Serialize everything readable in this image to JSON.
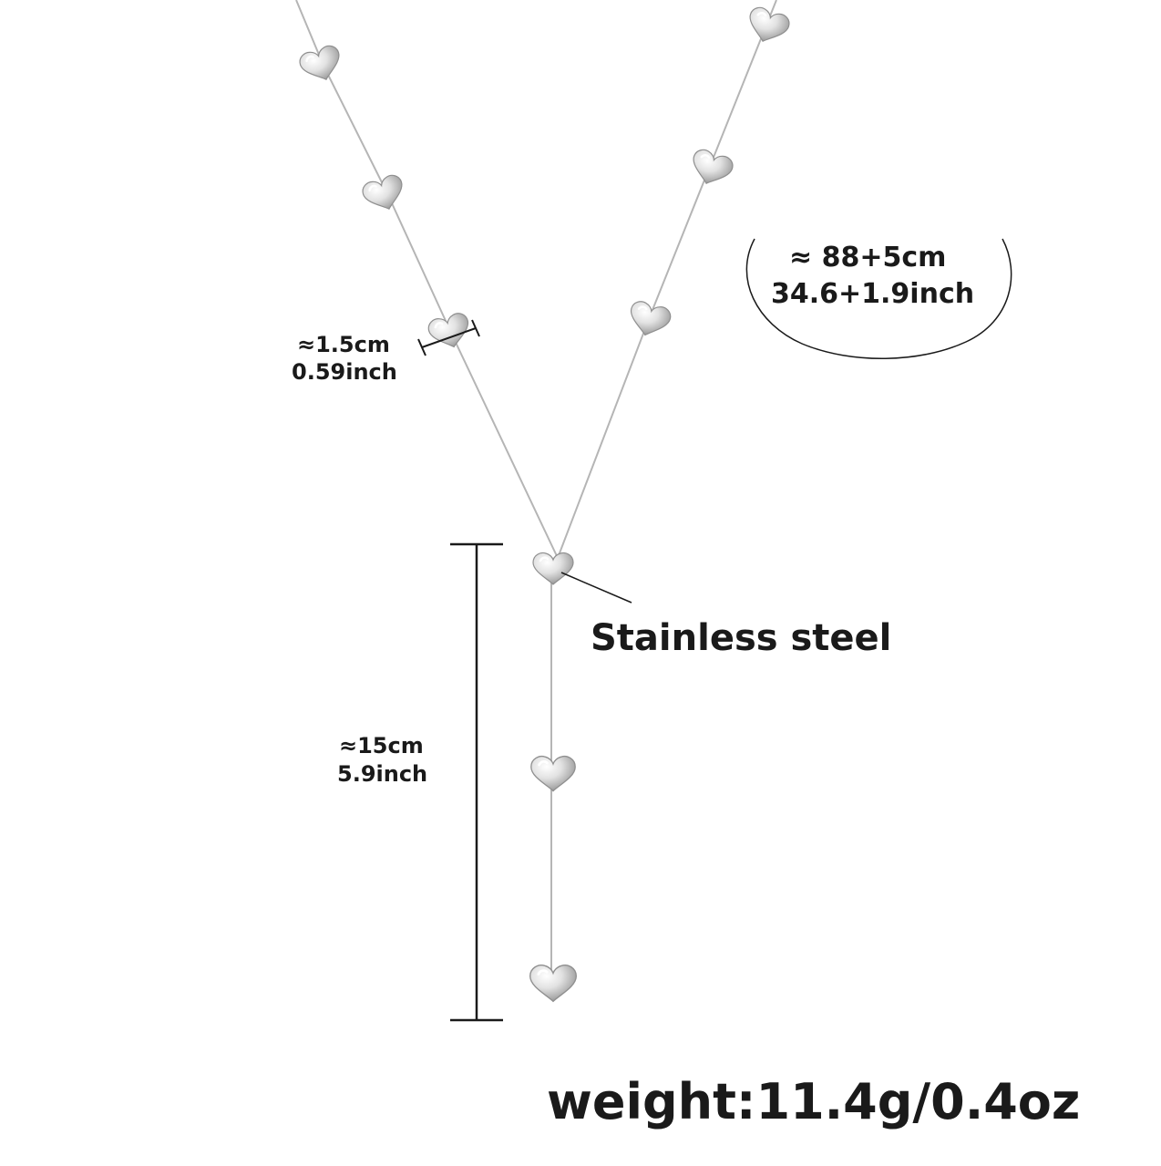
{
  "product": {
    "material_label": "Stainless steel",
    "weight_label": "weight:11.4g/0.4oz"
  },
  "dimensions": {
    "total_length_cm": "≈ 88+5cm",
    "total_length_inch": "34.6+1.9inch",
    "pendant_width_cm": "≈1.5cm",
    "pendant_width_inch": "0.59inch",
    "drop_length_cm": "≈15cm",
    "drop_length_inch": "5.9inch"
  },
  "colors": {
    "background": "#ffffff",
    "text": "#1a1a1a",
    "metal_light": "#f4f4f4",
    "metal_dark": "#9a9a9a",
    "chain": "#b5b5b5"
  }
}
